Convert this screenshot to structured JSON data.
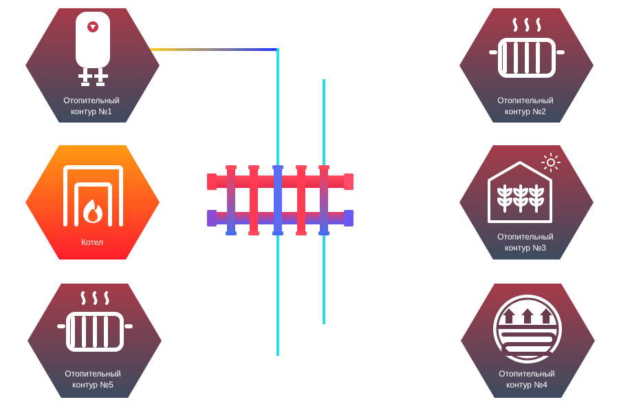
{
  "nodes": {
    "circuit1": {
      "line1": "Отопительный",
      "line2": "контур  №1",
      "icon": "water-heater-icon"
    },
    "circuit2": {
      "line1": "Отопительный",
      "line2": "контур  №2",
      "icon": "radiator-icon"
    },
    "boiler": {
      "line1": "Котел",
      "icon": "boiler-flame-icon"
    },
    "circuit3": {
      "line1": "Отопительный",
      "line2": "контур  №3",
      "icon": "greenhouse-icon"
    },
    "circuit5": {
      "line1": "Отопительный",
      "line2": "контур  №5",
      "icon": "radiator-icon"
    },
    "circuit4": {
      "line1": "Отопительный",
      "line2": "контур  №4",
      "icon": "underfloor-heating-icon"
    }
  },
  "hub": {
    "icon": "distribution-manifold-icon"
  },
  "colors": {
    "hex_dark_top": "#a63a48",
    "hex_dark_bottom": "#3c4a5e",
    "hex_boiler_top": "#ff9a12",
    "hex_boiler_bottom": "#ff1d2c",
    "pipe_hot": "#ff2a2a",
    "pipe_warm": "#ffd21a",
    "pipe_cold": "#1b34ff",
    "pipe_cyan": "#26dcee",
    "manifold_red": "#ff3a52",
    "manifold_blue": "#5b5cf0"
  }
}
